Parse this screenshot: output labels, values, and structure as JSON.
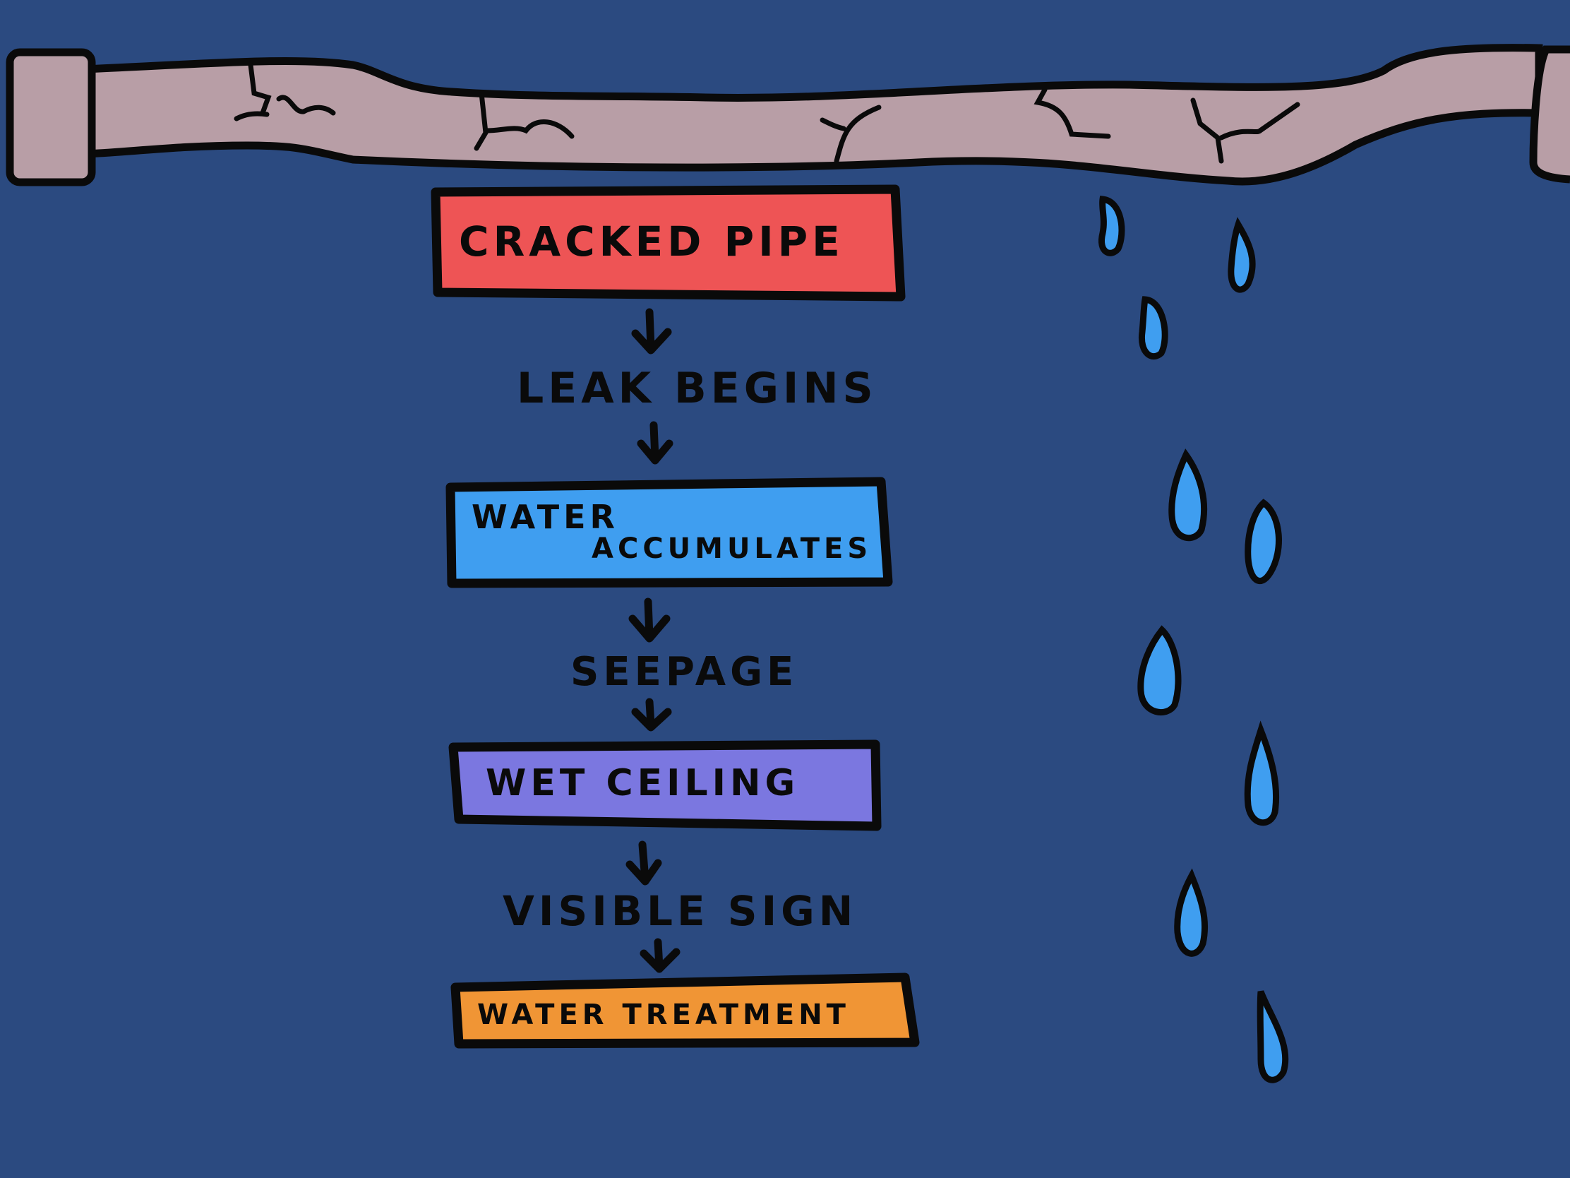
{
  "diagram": {
    "steps": [
      {
        "label": "CRACKED PIPE",
        "type": "box",
        "color": "#ee5455"
      },
      {
        "label": "LEAK BEGINS",
        "type": "text"
      },
      {
        "label_line1": "WATER",
        "label_line2": "ACCUMULATES",
        "type": "box",
        "color": "#3f9ef0"
      },
      {
        "label": "SEEPAGE",
        "type": "text"
      },
      {
        "label": "WET CEILING",
        "type": "box",
        "color": "#7b77e0"
      },
      {
        "label": "VISIBLE SIGN",
        "type": "text"
      },
      {
        "label": "WATER TREATMENT",
        "type": "box",
        "color": "#f09535"
      }
    ],
    "colors": {
      "background": "#2b4a80",
      "pipe": "#b89ea6",
      "drop": "#3f9ef0"
    }
  }
}
